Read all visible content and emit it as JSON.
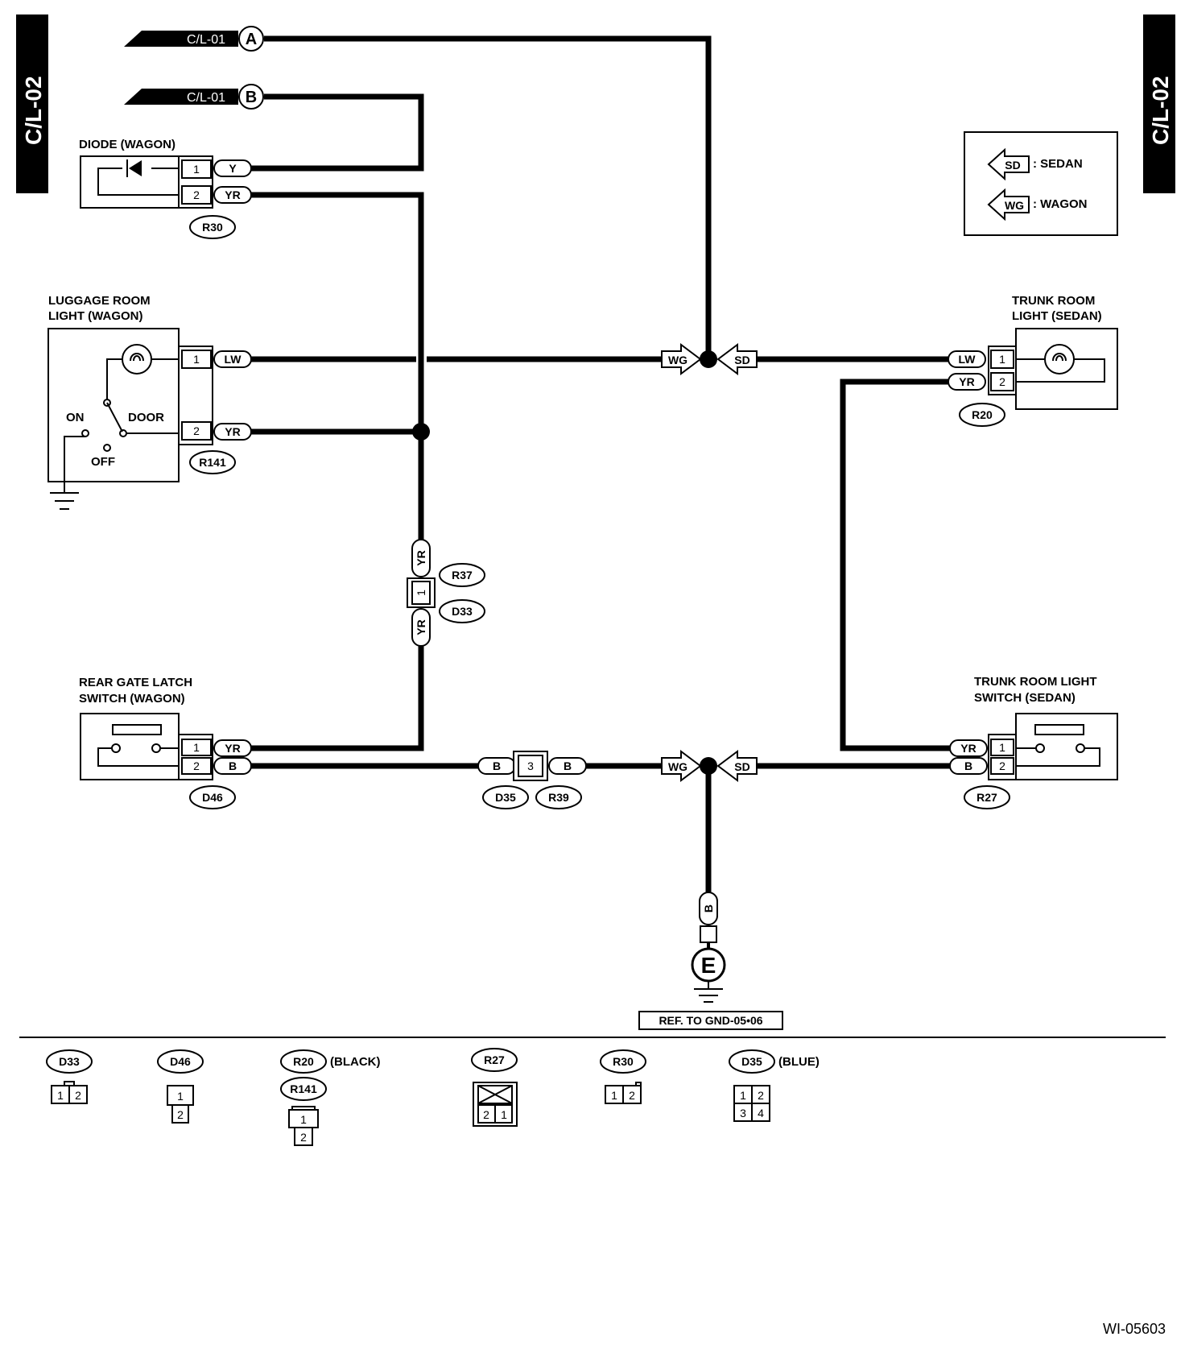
{
  "page_code": "C/L-02",
  "figure_id": "WI-05603",
  "ref_ground": "REF. TO GND-05•06",
  "ground_symbol": "E",
  "legend": {
    "sedan": {
      "code": "SD",
      "text": ": SEDAN"
    },
    "wagon": {
      "code": "WG",
      "text": ": WAGON"
    }
  },
  "from_refs": [
    {
      "label": "C/L-01",
      "letter": "A"
    },
    {
      "label": "C/L-01",
      "letter": "B"
    }
  ],
  "components": {
    "diode": {
      "title": "DIODE (WAGON)",
      "connector": "R30",
      "pins": [
        {
          "pin": "1",
          "color": "Y"
        },
        {
          "pin": "2",
          "color": "YR"
        }
      ]
    },
    "luggage_light": {
      "title_line1": "LUGGAGE ROOM",
      "title_line2": "LIGHT (WAGON)",
      "connector": "R141",
      "switch_on": "ON",
      "switch_door": "DOOR",
      "switch_off": "OFF",
      "pins": [
        {
          "pin": "1",
          "color": "LW"
        },
        {
          "pin": "2",
          "color": "YR"
        }
      ]
    },
    "trunk_light": {
      "title_line1": "TRUNK ROOM",
      "title_line2": "LIGHT (SEDAN)",
      "connector": "R20",
      "pins": [
        {
          "pin": "1",
          "color": "LW"
        },
        {
          "pin": "2",
          "color": "YR"
        }
      ]
    },
    "rear_gate_switch": {
      "title_line1": "REAR GATE LATCH",
      "title_line2": "SWITCH (WAGON)",
      "connector": "D46",
      "pins": [
        {
          "pin": "1",
          "color": "YR"
        },
        {
          "pin": "2",
          "color": "B"
        }
      ]
    },
    "trunk_switch": {
      "title_line1": "TRUNK ROOM LIGHT",
      "title_line2": "SWITCH (SEDAN)",
      "connector": "R27",
      "pins": [
        {
          "pin": "1",
          "color": "YR"
        },
        {
          "pin": "2",
          "color": "B"
        }
      ]
    }
  },
  "inline_connectors": {
    "r37_d33": {
      "top": "R37",
      "bottom": "D33",
      "pin": "1",
      "color_top": "YR",
      "color_bottom": "YR"
    },
    "d35_r39": {
      "left": "D35",
      "right": "R39",
      "pin": "3",
      "color_left": "B",
      "color_right": "B"
    },
    "ground_wire_color": "B"
  },
  "junction_tags": {
    "wagon": "WG",
    "sedan": "SD"
  },
  "connector_views": [
    {
      "id": "D33",
      "note": "",
      "pins": [
        "1",
        "2"
      ]
    },
    {
      "id": "D46",
      "note": "",
      "pins": [
        "1",
        "2"
      ]
    },
    {
      "id": "R20",
      "note": "(BLACK)",
      "pins": []
    },
    {
      "id": "R141",
      "note": "",
      "pins": [
        "1",
        "2"
      ]
    },
    {
      "id": "R27",
      "note": "",
      "pins": [
        "2",
        "1"
      ]
    },
    {
      "id": "R30",
      "note": "",
      "pins": [
        "1",
        "2"
      ]
    },
    {
      "id": "D35",
      "note": "(BLUE)",
      "pins": [
        "1",
        "2",
        "3",
        "4"
      ]
    }
  ]
}
